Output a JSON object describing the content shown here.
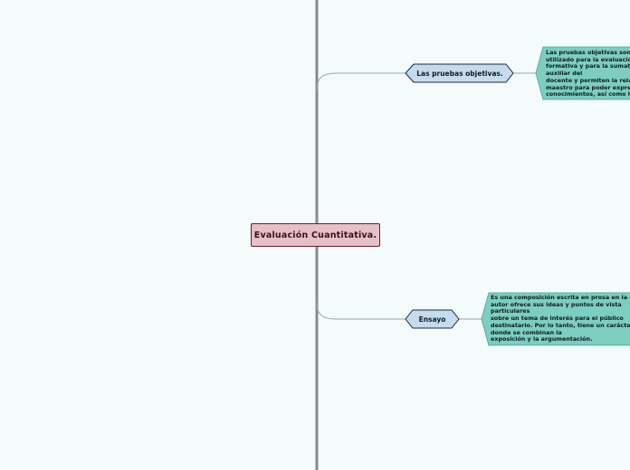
{
  "central_topic": "Evaluación Cuantitativa.",
  "branches": [
    {
      "label": "Las pruebas objetivas.",
      "note": "Las pruebas objetivas son u\nutilizado para la evaluación\nformativa y para la sumativ\nauxiliar del\ndocente y permiten la relaci\nmaestro para poder expresa\nconocimientos, así como la"
    },
    {
      "label": "Ensayo",
      "note": "Es una composición escrita en prosa en la que\nautor ofrece sus ideas y puntos de vista\nparticulares\nsobre un tema de interés para el público\ndestinatario. Por lo tanto, tiene un carácter hi\ndonde se combinan la\nexposición y la argumentación."
    }
  ],
  "colors": {
    "background": "#f3fcfb",
    "central_fill": "#e6c0c8",
    "central_border": "#6a1a2a",
    "topic_fill": "#c5dcef",
    "note_fill": "#7ccfc0",
    "trunk": "#8a8a8a",
    "connector": "#9aa6a6"
  }
}
